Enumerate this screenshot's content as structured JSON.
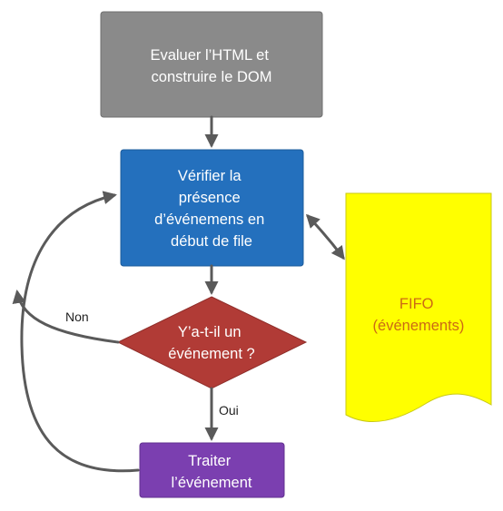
{
  "nodes": {
    "parse": {
      "lines": [
        "Evaluer l’HTML et",
        "construire le DOM"
      ],
      "fill": "#8a8a8a"
    },
    "check": {
      "lines": [
        "Vérifier la",
        "présence",
        "d’événemens en",
        "début de file"
      ],
      "fill": "#2470bd"
    },
    "decision": {
      "lines": [
        "Y’a-t-il un",
        "événement ?"
      ],
      "fill": "#b13b36"
    },
    "handle": {
      "lines": [
        "Traiter",
        "l’événement"
      ],
      "fill": "#7b3fb0"
    },
    "fifo": {
      "lines": [
        "FIFO",
        "(événements)"
      ],
      "fill": "#ffff00",
      "text_color": "#cc6a14"
    }
  },
  "edges": {
    "no_label": "Non",
    "yes_label": "Oui"
  },
  "colors": {
    "arrow": "#5a5a5a"
  }
}
